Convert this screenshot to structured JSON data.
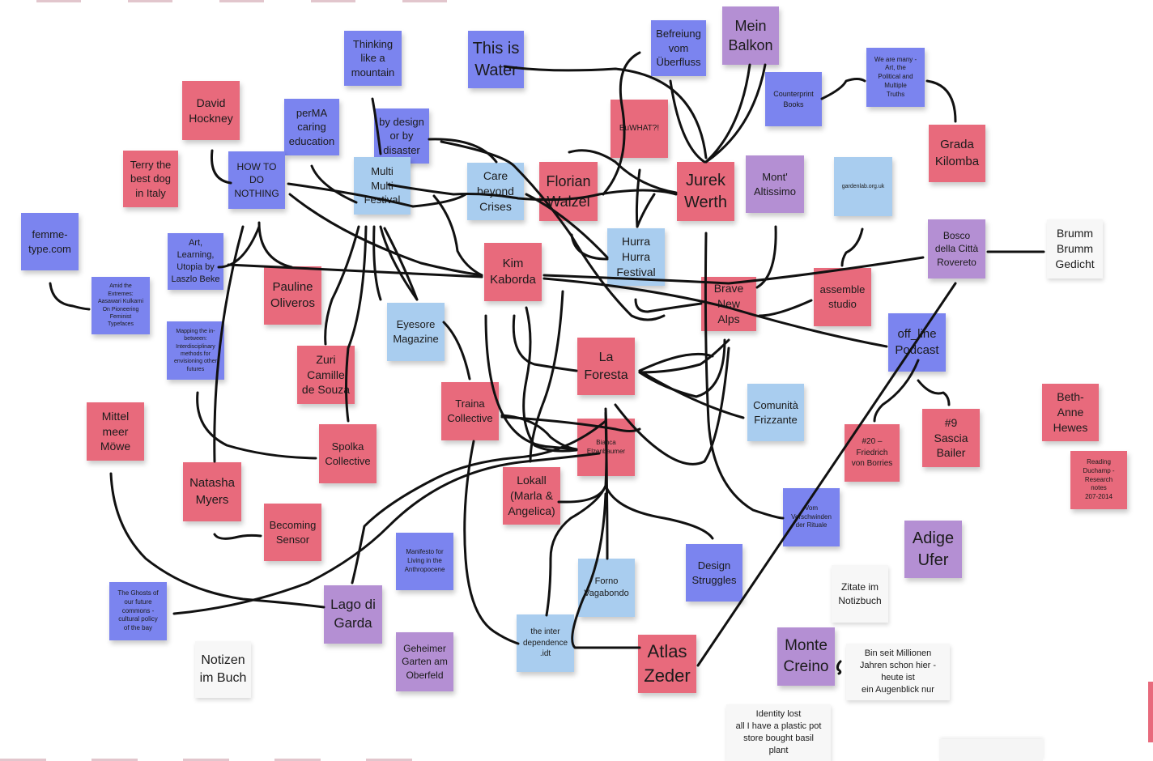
{
  "notes": [
    {
      "id": "this_is_water",
      "text": "This is\nWater",
      "color": "blue"
    },
    {
      "id": "thinking_mountain",
      "text": "Thinking\nlike a\nmountain",
      "color": "blue"
    },
    {
      "id": "befreiung",
      "text": "Befreiung\nvom\nÜberfluss",
      "color": "blue"
    },
    {
      "id": "mein_balkon",
      "text": "Mein\nBalkon",
      "color": "purple"
    },
    {
      "id": "we_are_many",
      "text": "We are many -\nArt, the\nPolitical and\nMultiple\nTruths",
      "color": "blue"
    },
    {
      "id": "counterprint",
      "text": "Counterprint\nBooks",
      "color": "blue"
    },
    {
      "id": "grada",
      "text": "Grada\nKilomba",
      "color": "red"
    },
    {
      "id": "david",
      "text": "David\nHockney",
      "color": "red"
    },
    {
      "id": "perma",
      "text": "perMA\ncaring\neducation",
      "color": "blue"
    },
    {
      "id": "by_design",
      "text": "by design\nor by\ndisaster",
      "color": "blue"
    },
    {
      "id": "buwhat",
      "text": "BuWHAT?!",
      "color": "red"
    },
    {
      "id": "terry",
      "text": "Terry the\nbest dog\nin Italy",
      "color": "red"
    },
    {
      "id": "how_to",
      "text": "HOW TO\nDO\nNOTHING",
      "color": "blue"
    },
    {
      "id": "multi",
      "text": "Multi\nMulti\nFestival",
      "color": "lblue"
    },
    {
      "id": "care",
      "text": "Care\nbeyond\nCrises",
      "color": "lblue"
    },
    {
      "id": "florian",
      "text": "Florian\nWalzel",
      "color": "red"
    },
    {
      "id": "jurek",
      "text": "Jurek\nWerth",
      "color": "red"
    },
    {
      "id": "montaltissimo",
      "text": "Mont'\nAltissimo",
      "color": "purple"
    },
    {
      "id": "gardenlab",
      "text": "gardenlab.org.uk",
      "color": "lblue"
    },
    {
      "id": "femme",
      "text": "femme-\ntype.com",
      "color": "blue"
    },
    {
      "id": "art_learning",
      "text": "Art,\nLearning,\nUtopia by\nLaszlo Beke",
      "color": "blue"
    },
    {
      "id": "pauline",
      "text": "Pauline\nOliveros",
      "color": "red"
    },
    {
      "id": "kim",
      "text": "Kim\nKaborda",
      "color": "red"
    },
    {
      "id": "hurra",
      "text": "Hurra\nHurra\nFestival",
      "color": "lblue"
    },
    {
      "id": "brave",
      "text": "Brave\nNew\nAlps",
      "color": "red"
    },
    {
      "id": "assemble",
      "text": "assemble\nstudio",
      "color": "red"
    },
    {
      "id": "bosco",
      "text": "Bosco\ndella Città\nRovereto",
      "color": "purple"
    },
    {
      "id": "brumm",
      "text": "Brumm\nBrumm\nGedicht",
      "color": "white"
    },
    {
      "id": "amid",
      "text": "Amid the\nExtremes:\nAasawari Kulkarni\nOn Pioneering\nFeminist\nTypefaces",
      "color": "blue"
    },
    {
      "id": "mapping",
      "text": "Mapping the in-\nbetween:\nInterdisciplinary\nmethods for\nenvisioning other\nfutures",
      "color": "blue"
    },
    {
      "id": "eyesore",
      "text": "Eyesore\nMagazine",
      "color": "lblue"
    },
    {
      "id": "zuri",
      "text": "Zuri\nCamille\nde Souza",
      "color": "red"
    },
    {
      "id": "la_foresta",
      "text": "La\nForesta",
      "color": "red"
    },
    {
      "id": "offline",
      "text": "off_line\nPodcast",
      "color": "blue"
    },
    {
      "id": "mittelmeer",
      "text": "Mittel\nmeer\nMöwe",
      "color": "red"
    },
    {
      "id": "traina",
      "text": "Traina\nCollective",
      "color": "red"
    },
    {
      "id": "bianca",
      "text": "Bianca\nElzenbaumer",
      "color": "red"
    },
    {
      "id": "comunita",
      "text": "Comunità\nFrizzante",
      "color": "lblue"
    },
    {
      "id": "friedrich",
      "text": "#20 –\nFriedrich\nvon Borries",
      "color": "red"
    },
    {
      "id": "sascia",
      "text": "#9\nSascia\nBailer",
      "color": "red"
    },
    {
      "id": "beth",
      "text": "Beth-\nAnne\nHewes",
      "color": "red"
    },
    {
      "id": "spolka",
      "text": "Spolka\nCollective",
      "color": "red"
    },
    {
      "id": "natasha",
      "text": "Natasha\nMyers",
      "color": "red"
    },
    {
      "id": "lokall",
      "text": "Lokall\n(Marla &\nAngelica)",
      "color": "red"
    },
    {
      "id": "reading",
      "text": "Reading\nDuchamp -\nResearch\nnotes\n207-2014",
      "color": "red"
    },
    {
      "id": "becoming",
      "text": "Becoming\nSensor",
      "color": "red"
    },
    {
      "id": "vom_verschwinden",
      "text": "Vom\nVerschwinden\nder Rituale",
      "color": "blue"
    },
    {
      "id": "adige",
      "text": "Adige\nUfer",
      "color": "purple"
    },
    {
      "id": "manifesto",
      "text": "Manifesto for\nLiving in the\nAnthropocene",
      "color": "blue"
    },
    {
      "id": "forno",
      "text": "Forno\nVagabondo",
      "color": "lblue"
    },
    {
      "id": "design",
      "text": "Design\nStruggles",
      "color": "blue"
    },
    {
      "id": "zitate",
      "text": "Zitate im\nNotizbuch",
      "color": "white"
    },
    {
      "id": "ghosts",
      "text": "The Ghosts of\nour future\ncommons -\ncultural policy\nof the bay",
      "color": "blue"
    },
    {
      "id": "lago",
      "text": "Lago di\nGarda",
      "color": "purple"
    },
    {
      "id": "inter",
      "text": "the inter\ndependence\n.idt",
      "color": "lblue"
    },
    {
      "id": "atlas",
      "text": "Atlas\nZeder",
      "color": "red"
    },
    {
      "id": "monte",
      "text": "Monte\nCreino",
      "color": "purple"
    },
    {
      "id": "geheimer",
      "text": "Geheimer\nGarten am\nOberfeld",
      "color": "purple"
    },
    {
      "id": "notizen",
      "text": "Notizen\nim Buch",
      "color": "white"
    },
    {
      "id": "bin_seit",
      "text": "Bin seit Millionen\nJahren schon hier -\nheute ist\nein Augenblick nur",
      "color": "white"
    },
    {
      "id": "identity",
      "text": "Identity lost\nall I have a plastic pot\nstore bought basil\nplant",
      "color": "white"
    }
  ],
  "colors": {
    "red": "#e86a7c",
    "blue": "#7b84ef",
    "light_blue": "#a9cdef",
    "purple": "#b48fd3",
    "white": "#f7f7f7",
    "connector": "#111111"
  }
}
